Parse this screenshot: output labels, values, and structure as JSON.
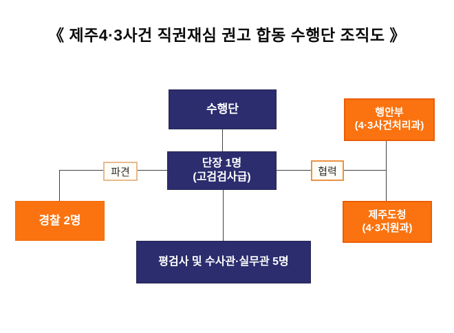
{
  "title": "《 제주4·3사건 직권재심 권고 합동 수행단 조직도 》",
  "nodes": {
    "execution_team": {
      "label": "수행단"
    },
    "team_leader": {
      "lines": [
        "단장 1명",
        "(고검검사급)"
      ]
    },
    "ministry_interior": {
      "lines": [
        "행안부",
        "(4·3사건처리과)"
      ]
    },
    "jeju_province": {
      "lines": [
        "제주도청",
        "(4·3지원과)"
      ]
    },
    "police": {
      "label": "경찰 2명"
    },
    "staff": {
      "label": "평검사 및 수사관·실무관 5명"
    }
  },
  "edges": {
    "dispatch": {
      "label": "파견"
    },
    "cooperation": {
      "label": "협력"
    }
  },
  "colors": {
    "navy_fill": "#2b2d6e",
    "orange_fill": "#fa7310",
    "orange_border": "#ea5d05",
    "dispatch_label_border": "#e9b88c",
    "cooperation_label_border": "#ea9140",
    "label_background": "#fffdf7",
    "connector_line": "#3f3f3f",
    "title_text": "#0a0a0a",
    "node_text": "#ffffff",
    "page_background": "#ffffff"
  }
}
